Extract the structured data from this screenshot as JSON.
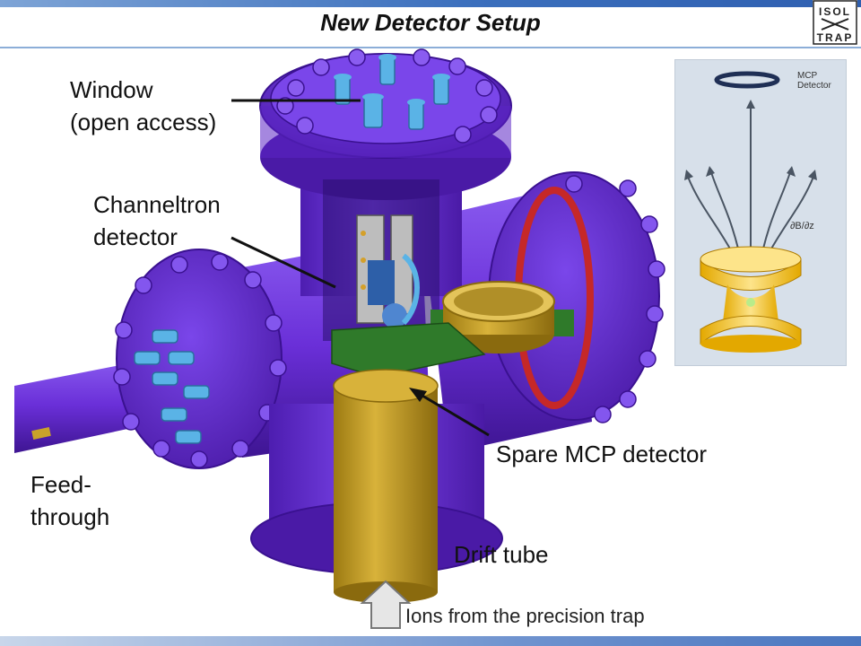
{
  "header": {
    "title": "New Detector Setup",
    "logo_top": "ISOL",
    "logo_bottom": "TRAP"
  },
  "labels": {
    "window_line1": "Window",
    "window_line2": "(open access)",
    "channeltron_line1": "Channeltron",
    "channeltron_line2": "detector",
    "spare_mcp": "Spare MCP detector",
    "feedthrough_line1": "Feed-",
    "feedthrough_line2": "through",
    "drift_tube": "Drift tube",
    "ions": "Ions from the precision trap"
  },
  "inset": {
    "mcp_line1": "MCP",
    "mcp_line2": "Detector",
    "gradient": "∂B/∂z"
  },
  "colors": {
    "chamber": "#6a2fd8",
    "chamber_dark": "#4a1aa6",
    "bolt": "#7a4be6",
    "drift_tube": "#c9a22a",
    "green_plate": "#2f7a2a",
    "connector": "#5ab3e6",
    "trap": "#f5c518"
  }
}
